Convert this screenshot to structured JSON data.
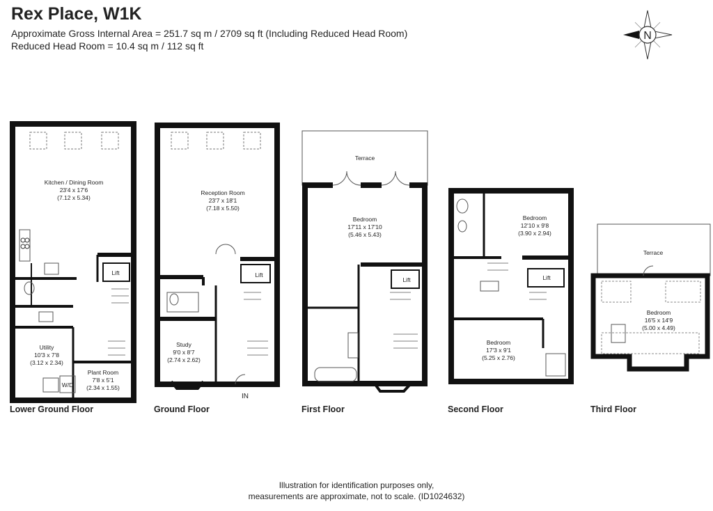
{
  "title": "Rex Place, W1K",
  "gross_area": "Approximate Gross Internal Area = 251.7 sq m / 2709 sq ft (Including Reduced Head Room)",
  "reduced_head_room": "Reduced Head Room = 10.4 sq m / 112 sq ft",
  "compass_letter": "N",
  "floors": {
    "lower_ground": {
      "label": "Lower Ground Floor",
      "kitchen": {
        "name": "Kitchen / Dining Room",
        "imperial": "23'4 x 17'6",
        "metric": "(7.12 x 5.34)"
      },
      "lift": "Lift",
      "utility": {
        "name": "Utility",
        "imperial": "10'3 x 7'8",
        "metric": "(3.12 x 2.34)"
      },
      "wd": "W/D",
      "plant": {
        "name": "Plant Room",
        "imperial": "7'8 x 5'1",
        "metric": "(2.34 x 1.55)"
      }
    },
    "ground": {
      "label": "Ground Floor",
      "reception": {
        "name": "Reception Room",
        "imperial": "23'7 x 18'1",
        "metric": "(7.18 x 5.50)"
      },
      "lift": "Lift",
      "study": {
        "name": "Study",
        "imperial": "9'0 x 8'7",
        "metric": "(2.74 x 2.62)"
      },
      "entrance": "IN"
    },
    "first": {
      "label": "First Floor",
      "terrace": "Terrace",
      "bedroom": {
        "name": "Bedroom",
        "imperial": "17'11 x 17'10",
        "metric": "(5.46 x 5.43)"
      },
      "lift": "Lift"
    },
    "second": {
      "label": "Second Floor",
      "bedroom_a": {
        "name": "Bedroom",
        "imperial": "12'10 x 9'8",
        "metric": "(3.90 x 2.94)"
      },
      "lift": "Lift",
      "bedroom_b": {
        "name": "Bedroom",
        "imperial": "17'3 x 9'1",
        "metric": "(5.25 x 2.76)"
      }
    },
    "third": {
      "label": "Third Floor",
      "terrace": "Terrace",
      "bedroom": {
        "name": "Bedroom",
        "imperial": "16'5 x 14'9",
        "metric": "(5.00 x 4.49)"
      }
    }
  },
  "footer_line1": "Illustration for identification purposes only,",
  "footer_line2": "measurements are approximate, not to scale. (ID1024632)"
}
